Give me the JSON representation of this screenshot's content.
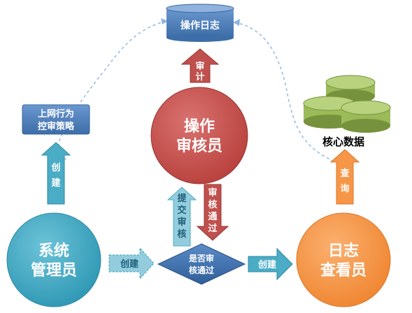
{
  "nodes": {
    "operation_log": "操作日志",
    "audit_officer": [
      "操作",
      "审核员"
    ],
    "system_admin": [
      "系统",
      "管理员"
    ],
    "log_viewer": [
      "日志",
      "查看员"
    ],
    "policy": [
      "上网行为",
      "控审策略"
    ],
    "core_data": "核心数据",
    "decision": [
      "是否审",
      "核通过"
    ]
  },
  "edges": {
    "audit": [
      "审",
      "计"
    ],
    "create_up": [
      "创",
      "建"
    ],
    "create_admin": "创建",
    "create_viewer": "创建",
    "query": [
      "查",
      "询"
    ],
    "submit_review": [
      "提",
      "交",
      "审",
      "核"
    ],
    "review_pass": [
      "审",
      "核",
      "通",
      "过"
    ]
  },
  "colors": {
    "blue": "#4f81bd",
    "blue_dark": "#3a6699",
    "red": "#c0504d",
    "red_dark": "#943634",
    "orange": "#f79646",
    "green": "#9bbb59",
    "green_dark": "#76923c",
    "teal": "#4bacc6",
    "teal_light": "#93cddd",
    "dashed": "#8eb4e3"
  }
}
